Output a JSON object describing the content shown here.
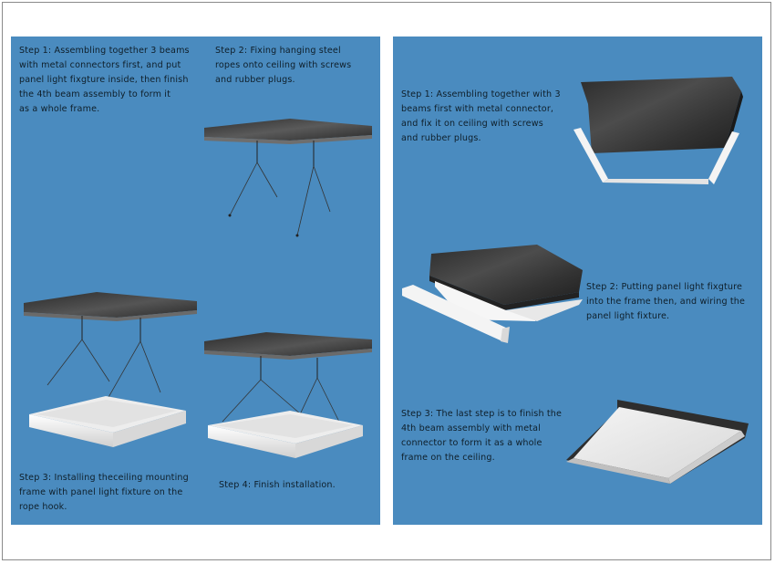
{
  "left_panel": {
    "step1": "Step 1:  Assembling together 3 beams\nwith metal connectors first, and put\npanel light fixgture inside, then finish\nthe 4th beam assembly  to  form it\nas a  whole  frame.",
    "step2": "Step 2: Fixing hanging steel\nropes onto ceiling with screws\nand  rubber plugs.",
    "step3": "Step 3:  Installing theceiling mounting\nframe with panel light fixture on the\nrope hook.",
    "step4": "Step 4: Finish installation."
  },
  "right_panel": {
    "step1": "Step 1:  Assembling together with 3\nbeams first with metal connector,\nand fix it on ceiling with screws\nand rubber plugs.",
    "step2": "Step 2: Putting panel light fixgture\ninto the frame then, and wiring the\npanel light fixture.",
    "step3": "Step 3: The last step is to finish the\n4th beam assembly with metal\nconnector to form it as a whole\nframe on the ceiling."
  },
  "colors": {
    "panel_bg": "#4a8bbf",
    "ceiling_dark": "#3a3a3a",
    "frame_white": "#f2f2f2"
  }
}
